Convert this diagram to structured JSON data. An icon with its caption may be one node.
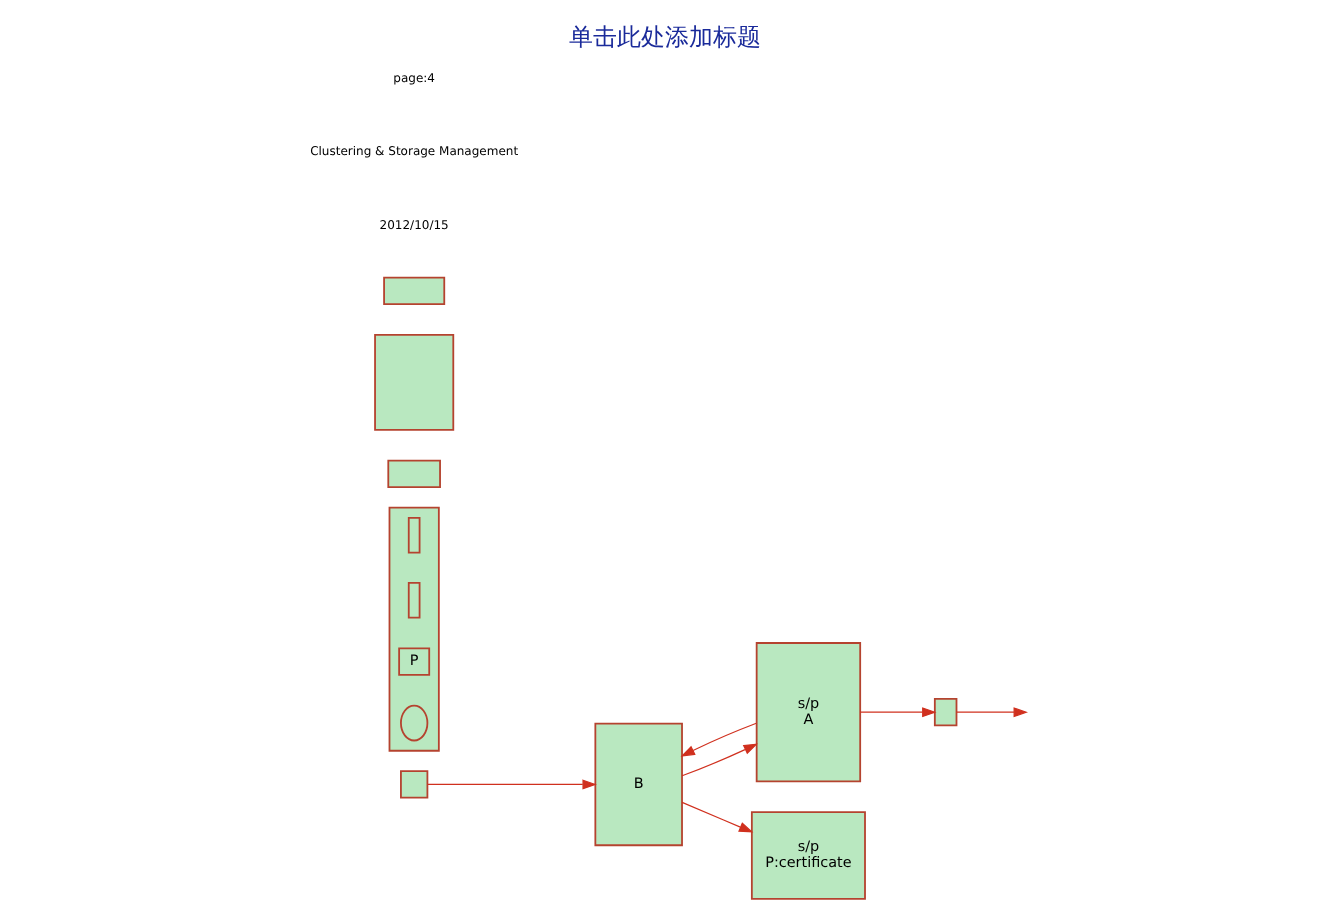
{
  "diagram": {
    "title": "单击此处添加标题",
    "nodes": [
      {
        "text": [
          "s/p",
          "P:certificate"
        ]
      },
      {
        "text": [],
        "shape": "box"
      },
      {
        "text": [],
        "shape": "box",
        "in": 1
      },
      {
        "text": [],
        "shape": "box",
        "in": 1
      },
      {
        "text": [
          "P"
        ],
        "in": 1
      },
      {
        "text": [],
        "shape": "ellipse",
        "in": 1
      },
      {
        "text": [
          "s/p",
          "A"
        ]
      },
      {
        "text": [
          "B"
        ]
      },
      {
        "text": [],
        "shape": "box"
      },
      {
        "text": [],
        "shape": "box"
      },
      {
        "text": [],
        "shape": "box"
      },
      {
        "text": [],
        "shape": "box"
      },
      {
        "text": [],
        "shape": "box"
      }
    ],
    "edges": [
      {
        "from": 7,
        "to": 0,
        "arrow": "to"
      },
      {
        "from": 7,
        "to": 6,
        "arrow": "to"
      },
      {
        "from": 6,
        "to": 7,
        "arrow": "to"
      },
      {
        "from": 6,
        "to": 9,
        "arrow": "to"
      },
      {
        "from": 9,
        "to": null,
        "arrow": "to"
      },
      {
        "from": 12,
        "to": 7,
        "arrow": "to"
      }
    ],
    "labels": [
      "2012/10/15",
      "Clustering & Storage Management",
      "page:4"
    ]
  }
}
